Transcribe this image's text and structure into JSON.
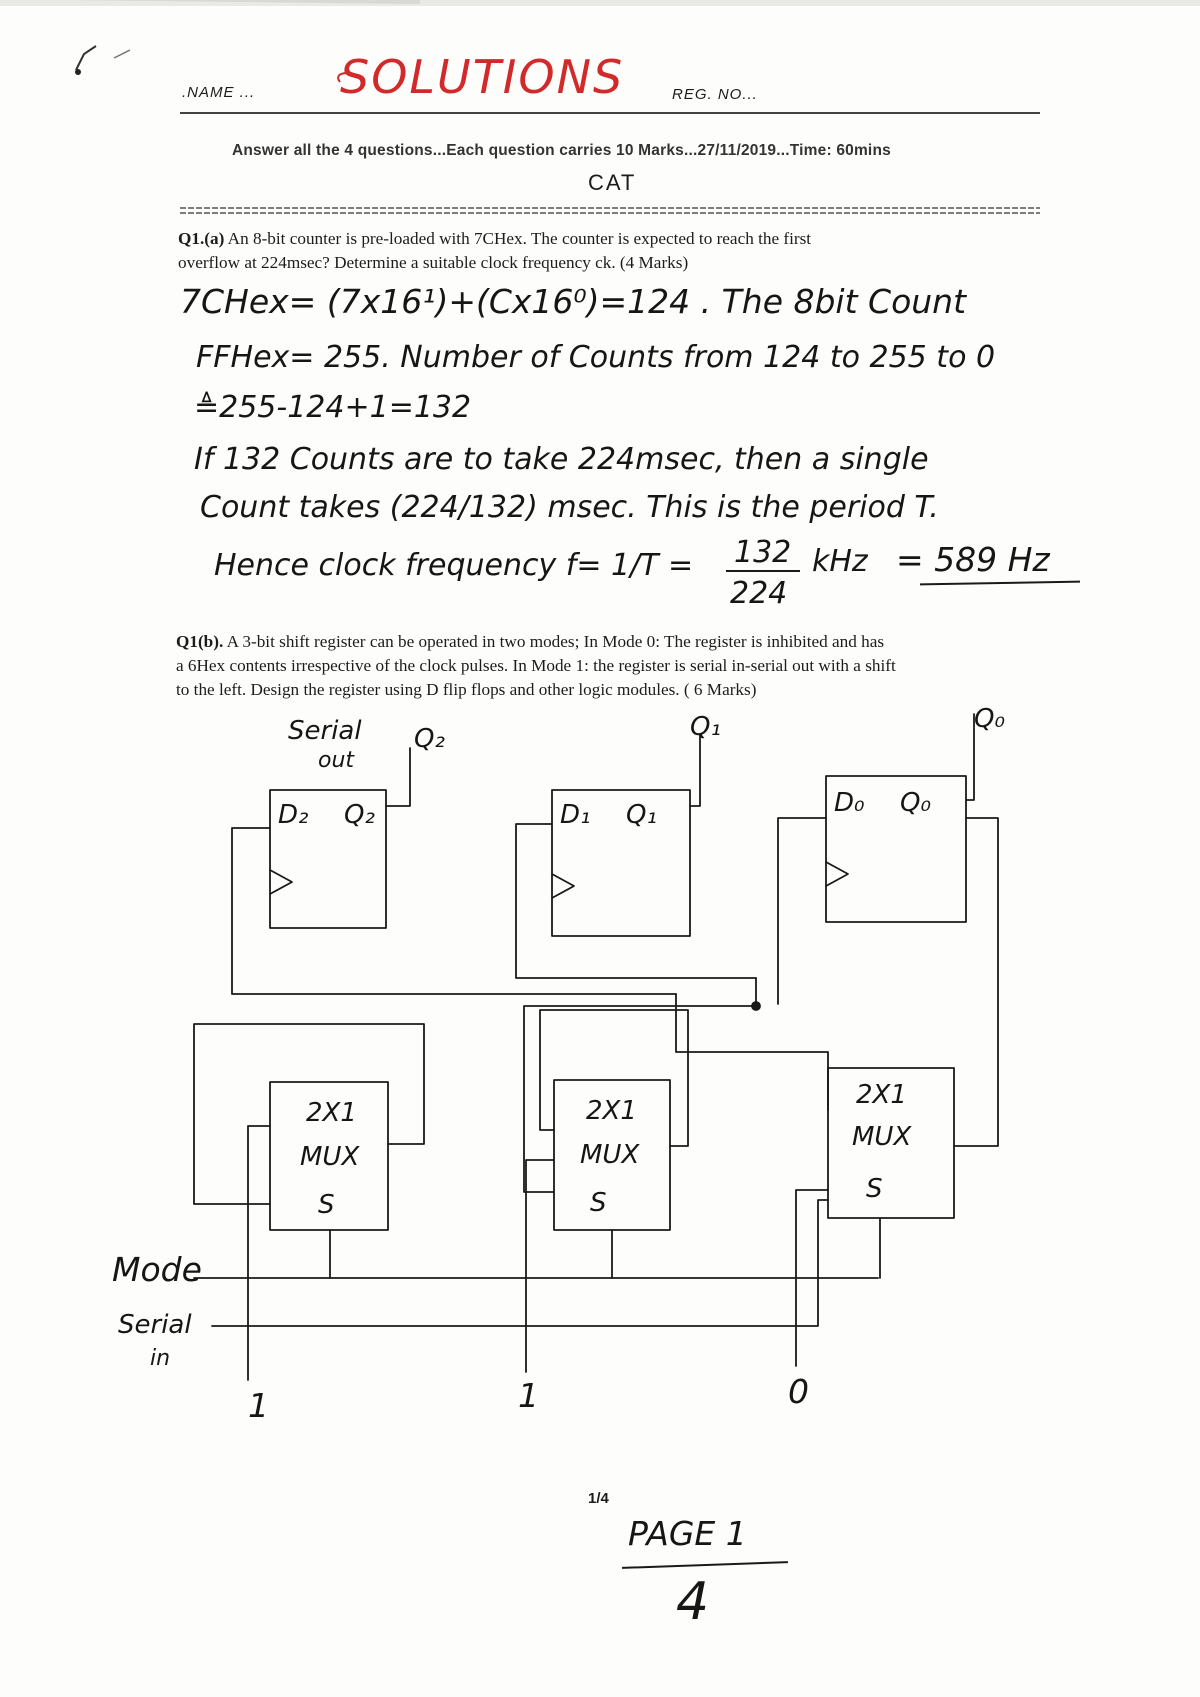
{
  "header": {
    "name_label": ".NAME ...",
    "solutions": "SOLUTIONS",
    "reg_label": "REG. NO...",
    "instructions": "Answer all the 4 questions...Each question carries 10 Marks...27/11/2019...Time: 60mins",
    "title": "CAT"
  },
  "q1a": {
    "number": "Q1.(a)",
    "text_line1": "An 8-bit counter is pre-loaded with 7CHex. The counter is expected to reach the first",
    "text_line2": "overflow at 224msec? Determine a suitable clock frequency ck. (4 Marks)",
    "answer": {
      "line1": "7CHex= (7x16¹)+(Cx16⁰)=124 . The 8bit Count",
      "line2": "FFHex= 255. Number of Counts from 124 to 255 to 0",
      "line3": "≜255-124+1=132",
      "line4": "If 132 Counts are to take 224msec, then a single",
      "line5": "Count takes (224/132) msec. This is the period T.",
      "line6_prefix": "Hence clock frequency f= 1/T =",
      "fraction_num": "132",
      "fraction_den": "224",
      "unit": "kHz",
      "result": "= 589 Hz"
    }
  },
  "q1b": {
    "number": "Q1(b).",
    "text_line1": "A 3-bit shift register can be operated in two modes; In Mode 0: The register is inhibited and has",
    "text_line2": "a 6Hex contents irrespective of the clock pulses. In Mode 1: the register is serial in-serial out with a shift",
    "text_line3": "to the left.  Design the register using D flip flops and other logic modules. ( 6 Marks)"
  },
  "diagram": {
    "serial_out_line1": "Serial",
    "serial_out_line2": "out",
    "flip_flops": [
      {
        "d": "D₂",
        "q": "Q₂"
      },
      {
        "d": "D₁",
        "q": "Q₁"
      },
      {
        "d": "D₀",
        "q": "Q₀"
      }
    ],
    "outputs": [
      "Q₂",
      "Q₁",
      "Q₀"
    ],
    "mux_line1": "2X1",
    "mux_line2": "MUX",
    "mux_select": "S",
    "mode_label": "Mode",
    "serial_in_line1": "Serial",
    "serial_in_line2": "in",
    "constants": [
      "1",
      "1",
      "0"
    ]
  },
  "footer": {
    "page_number": "1/4",
    "page_note": "PAGE 1",
    "page_total": "4"
  }
}
